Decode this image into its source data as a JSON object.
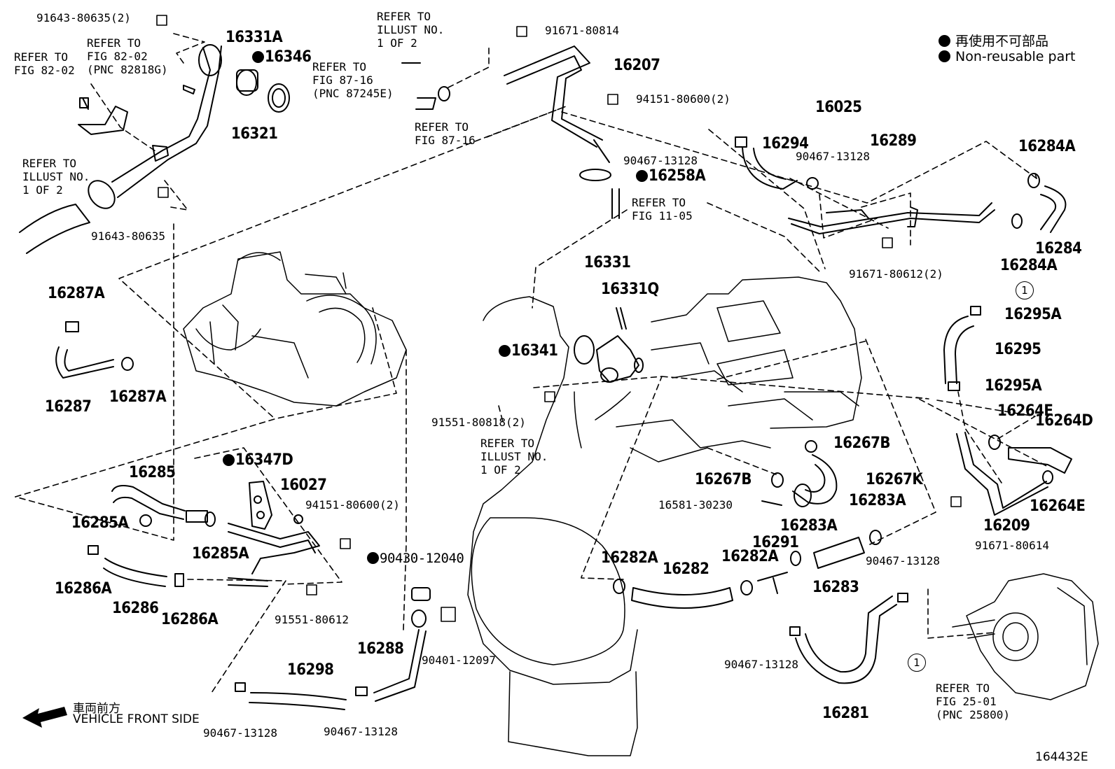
{
  "legend": {
    "jp": "再使用不可部品",
    "en": "Non-reusable part"
  },
  "direction": {
    "jp": "車両前方",
    "en": "VEHICLE FRONT SIDE"
  },
  "figure_code": "164432E",
  "callout_circle": "1",
  "refs": {
    "r1": "REFER TO\nILLUST NO.\n1 OF 2",
    "r2": "REFER TO\nFIG 87-16\n(PNC 87245E)",
    "r3": "REFER TO\nFIG 87-16",
    "r4": "REFER TO\nFIG 82-02\n(PNC 82818G)",
    "r5": "REFER TO\nFIG 82-02",
    "r6": "REFER TO\nILLUST NO.\n1 OF 2",
    "r7": "REFER TO\nFIG 11-05",
    "r8": "REFER TO\nILLUST NO.\n1 OF 2",
    "r9": "REFER TO\nFIG 25-01\n(PNC 25800)"
  },
  "parts": {
    "p91643_80635_2": "91643-80635(2)",
    "p16331A": "16331A",
    "p16346": "16346",
    "p16321": "16321",
    "p91643_80635": "91643-80635",
    "p91671_80814": "91671-80814",
    "p16207": "16207",
    "p94151_80600_2a": "94151-80600(2)",
    "p16025": "16025",
    "p16294": "16294",
    "p90467_13128a": "90467-13128",
    "p90467_13128b": "90467-13128",
    "p16289": "16289",
    "p16258A": "16258A",
    "p16284A_a": "16284A",
    "p16284": "16284",
    "p16284A_b": "16284A",
    "p91671_80612_2": "91671-80612(2)",
    "p16331": "16331",
    "p16331Q": "16331Q",
    "p16287A_a": "16287A",
    "p16287": "16287",
    "p16287A_b": "16287A",
    "p16341": "16341",
    "p91551_80818_2": "91551-80818(2)",
    "p16295A_a": "16295A",
    "p16295": "16295",
    "p16295A_b": "16295A",
    "p16264E_a": "16264E",
    "p16264D": "16264D",
    "p16264E_b": "16264E",
    "p16209": "16209",
    "p91671_80614": "91671-80614",
    "p16267B_a": "16267B",
    "p16267B_b": "16267B",
    "p16267K": "16267K",
    "p16581_30230": "16581-30230",
    "p16283A_a": "16283A",
    "p16283A_b": "16283A",
    "p16291": "16291",
    "p16283": "16283",
    "p16282A_a": "16282A",
    "p16282": "16282",
    "p16282A_b": "16282A",
    "p90467_13128c": "90467-13128",
    "p90467_13128d": "90467-13128",
    "p16281": "16281",
    "p16285": "16285",
    "p16285A_a": "16285A",
    "p16285A_b": "16285A",
    "p16347D": "16347D",
    "p16027": "16027",
    "p94151_80600_2b": "94151-80600(2)",
    "p16286A_a": "16286A",
    "p16286": "16286",
    "p16286A_b": "16286A",
    "p91551_80612": "91551-80612",
    "p90430_12040": "90430-12040",
    "p16288": "16288",
    "p90401_12097": "90401-12097",
    "p16298": "16298",
    "p90467_13128e": "90467-13128",
    "p90467_13128f": "90467-13128"
  }
}
